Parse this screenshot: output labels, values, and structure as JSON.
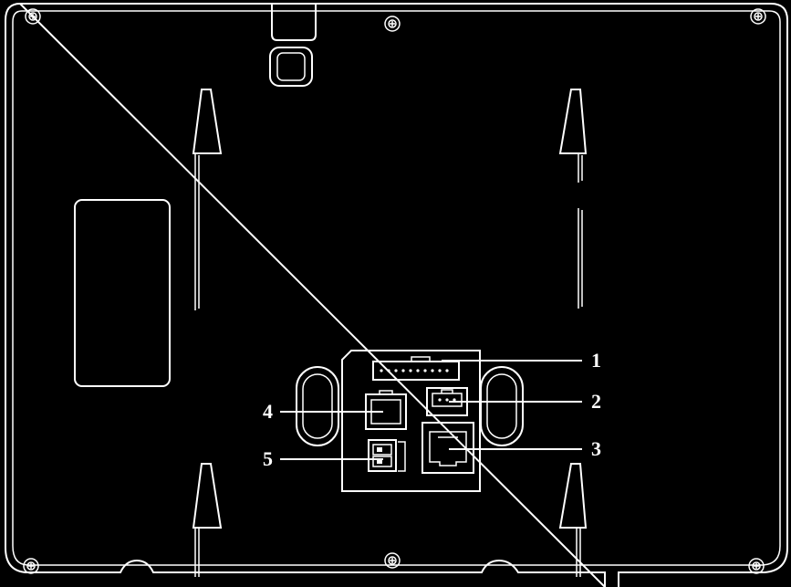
{
  "callouts": {
    "c1": "1",
    "c2": "2",
    "c3": "3",
    "c4": "4",
    "c5": "5"
  },
  "colors": {
    "background": "#000000",
    "line": "#ffffff"
  }
}
